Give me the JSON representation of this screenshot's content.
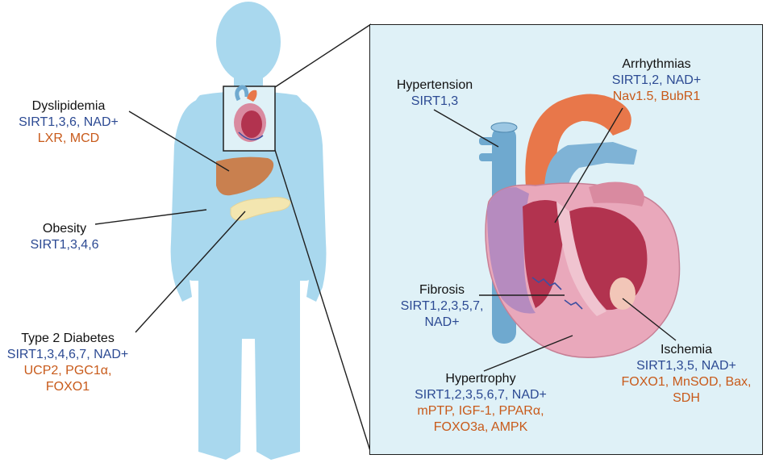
{
  "diagram": {
    "colors": {
      "body": "#a9d8ee",
      "inset_bg": "#dff1f7",
      "sirt_text": "#2c4a93",
      "other_text": "#c85a1a",
      "liver": "#c9804f",
      "pancreas": "#f3e6b0",
      "heart_red": "#b2334f",
      "aorta": "#e8774a",
      "vessel_blue": "#6fa9cf"
    },
    "labels": {
      "dyslipidemia": {
        "title": "Dyslipidemia",
        "sirt": "SIRT1,3,6, NAD+",
        "other": "LXR, MCD"
      },
      "obesity": {
        "title": "Obesity",
        "sirt": "SIRT1,3,4,6"
      },
      "diabetes": {
        "title": "Type 2 Diabetes",
        "sirt": "SIRT1,3,4,6,7, NAD+",
        "other1": "UCP2, PGC1α,",
        "other2": "FOXO1"
      },
      "hypertension": {
        "title": "Hypertension",
        "sirt": "SIRT1,3"
      },
      "arrhythmias": {
        "title": "Arrhythmias",
        "sirt": "SIRT1,2, NAD+",
        "other": "Nav1.5, BubR1"
      },
      "fibrosis": {
        "title": "Fibrosis",
        "sirt1": "SIRT1,2,3,5,7,",
        "sirt2": "NAD+"
      },
      "ischemia": {
        "title": "Ischemia",
        "sirt": "SIRT1,3,5, NAD+",
        "other1": "FOXO1, MnSOD, Bax,",
        "other2": "SDH"
      },
      "hypertrophy": {
        "title": "Hypertrophy",
        "sirt": "SIRT1,2,3,5,6,7, NAD+",
        "other1": "mPTP, IGF-1, PPARα,",
        "other2": "FOXO3a, AMPK"
      }
    }
  }
}
